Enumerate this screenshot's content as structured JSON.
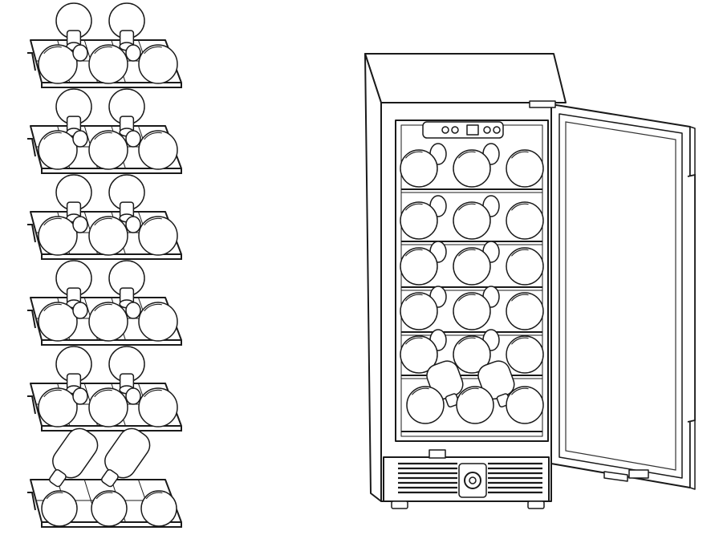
{
  "figure": {
    "shelves": {
      "stacked_count": 5,
      "bottom_count": 1
    },
    "cooler": {
      "rack_rows": 6,
      "door": "open"
    },
    "colors": {
      "line": "#1a1a1a",
      "fill": "#ffffff",
      "glass_edge": "#333333"
    }
  }
}
